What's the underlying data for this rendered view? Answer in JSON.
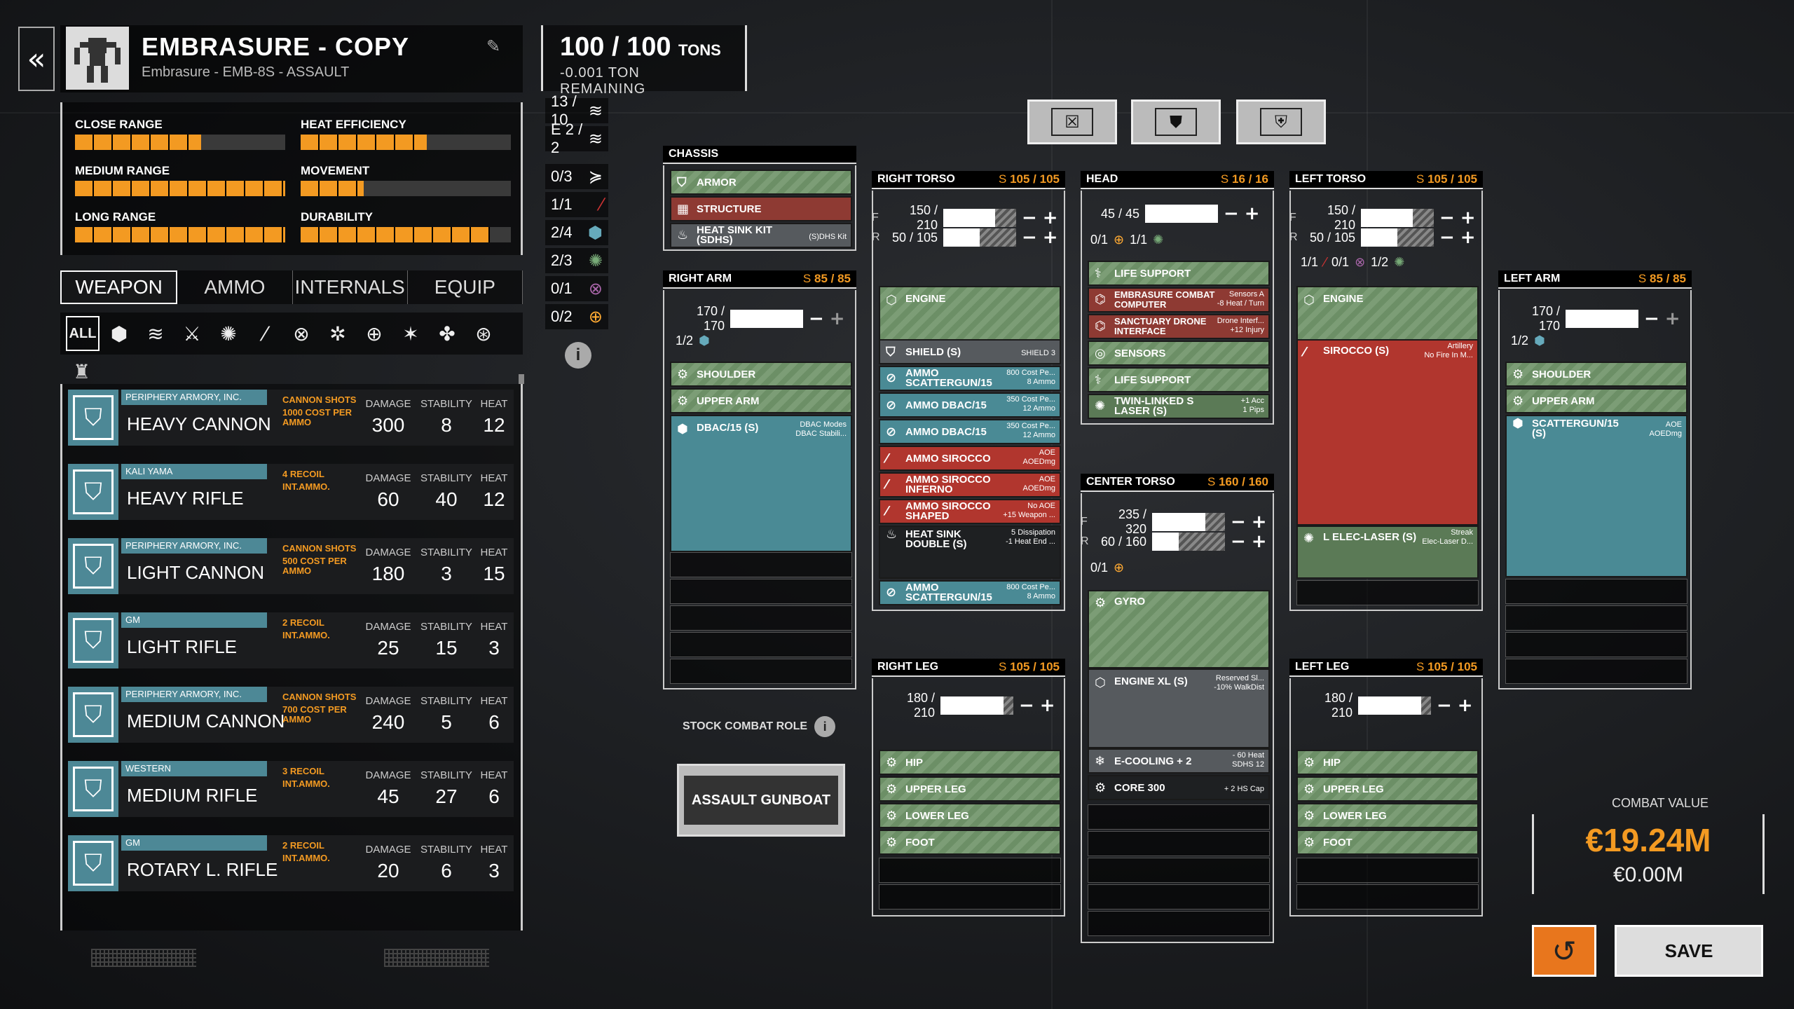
{
  "header": {
    "title": "EMBRASURE - COPY",
    "subtitle": "Embrasure - EMB-8S - ASSAULT",
    "tons": "100 / 100",
    "tons_unit": "TONS",
    "tons_remaining": "-0.001 TON REMAINING",
    "back_icon": "double-chevron-left-icon"
  },
  "stats": [
    {
      "label": "CLOSE RANGE",
      "value": 0.6
    },
    {
      "label": "HEAT EFFICIENCY",
      "value": 0.6
    },
    {
      "label": "MEDIUM RANGE",
      "value": 1.0
    },
    {
      "label": "MOVEMENT",
      "value": 0.3
    },
    {
      "label": "LONG RANGE",
      "value": 1.0
    },
    {
      "label": "DURABILITY",
      "value": 0.9
    }
  ],
  "tabs": [
    "WEAPON",
    "AMMO",
    "INTERNALS",
    "EQUIP"
  ],
  "filter_all": "ALL",
  "weapon_cols": {
    "damage": "DAMAGE",
    "stability": "STABILITY",
    "heat": "HEAT"
  },
  "weapons": [
    {
      "maker": "PERIPHERY ARMORY, INC.",
      "name": "HEAVY CANNON",
      "mod1": "CANNON SHOTS",
      "mod2": "1000 COST PER AMMO",
      "damage": "300",
      "stability": "8",
      "heat": "12"
    },
    {
      "maker": "KALI YAMA",
      "name": "HEAVY RIFLE",
      "mod1": "4 RECOIL",
      "mod2": "INT.AMMO.",
      "damage": "60",
      "stability": "40",
      "heat": "12"
    },
    {
      "maker": "PERIPHERY ARMORY, INC.",
      "name": "LIGHT CANNON",
      "mod1": "CANNON SHOTS",
      "mod2": "500 COST PER AMMO",
      "damage": "180",
      "stability": "3",
      "heat": "15"
    },
    {
      "maker": "GM",
      "name": "LIGHT RIFLE",
      "mod1": "2 RECOIL",
      "mod2": "INT.AMMO.",
      "damage": "25",
      "stability": "15",
      "heat": "3"
    },
    {
      "maker": "PERIPHERY ARMORY, INC.",
      "name": "MEDIUM CANNON",
      "mod1": "CANNON SHOTS",
      "mod2": "700 COST PER AMMO",
      "damage": "240",
      "stability": "5",
      "heat": "6"
    },
    {
      "maker": "WESTERN",
      "name": "MEDIUM RIFLE",
      "mod1": "3 RECOIL",
      "mod2": "INT.AMMO.",
      "damage": "45",
      "stability": "27",
      "heat": "6"
    },
    {
      "maker": "GM",
      "name": "ROTARY L. RIFLE",
      "mod1": "2 RECOIL",
      "mod2": "INT.AMMO.",
      "damage": "20",
      "stability": "6",
      "heat": "3"
    }
  ],
  "hardpoints": [
    "13 / 10",
    "E 2 / 2",
    "0/3",
    "1/1",
    "2/4",
    "2/3",
    "0/1",
    "0/2"
  ],
  "chassis": {
    "title": "CHASSIS",
    "armor": "ARMOR",
    "structure": "STRUCTURE",
    "hsk": "HEAT SINK KIT (SDHS)",
    "hsk_note": "(S)DHS Kit"
  },
  "right_arm": {
    "title": "RIGHT ARM",
    "s": "S",
    "val": "85 / 85",
    "armor": "170 / 170",
    "hp": "1/2",
    "shoulder": "SHOULDER",
    "upper": "UPPER ARM",
    "weapon": "DBAC/15 (S)",
    "weapon_note": "DBAC Modes\nDBAC Stabili..."
  },
  "right_torso": {
    "title": "RIGHT TORSO",
    "s": "S",
    "val": "105 / 105",
    "f": "150 / 210",
    "r": "50 / 105",
    "items": [
      {
        "name": "ENGINE",
        "note": ""
      },
      {
        "name": "SHIELD (S)",
        "note": "SHIELD 3"
      },
      {
        "name": "AMMO SCATTERGUN/15",
        "note": "800 Cost Pe...\n8 Ammo"
      },
      {
        "name": "AMMO DBAC/15",
        "note": "350 Cost Pe...\n12 Ammo"
      },
      {
        "name": "AMMO DBAC/15",
        "note": "350 Cost Pe...\n12 Ammo"
      },
      {
        "name": "AMMO SIROCCO",
        "note": "AOE\nAOEDmg"
      },
      {
        "name": "AMMO SIROCCO INFERNO",
        "note": "AOE\nAOEDmg"
      },
      {
        "name": "AMMO SIROCCO SHAPED",
        "note": "No AOE\n+15 Weapon ..."
      },
      {
        "name": "HEAT SINK DOUBLE (S)",
        "note": "5 Dissipation\n-1 Heat End ..."
      },
      {
        "name": "AMMO SCATTERGUN/15",
        "note": "800 Cost Pe...\n8 Ammo"
      }
    ]
  },
  "head": {
    "title": "HEAD",
    "s": "S",
    "val": "16 / 16",
    "armor": "45 / 45",
    "hp1": "0/1",
    "hp2": "1/1",
    "items": [
      {
        "name": "LIFE SUPPORT",
        "note": ""
      },
      {
        "name": "EMBRASURE COMBAT COMPUTER",
        "note": "Sensors A\n-8 Heat / Turn"
      },
      {
        "name": "SANCTUARY DRONE INTERFACE",
        "note": "Drone Interf...\n+12 Injury"
      },
      {
        "name": "SENSORS",
        "note": ""
      },
      {
        "name": "LIFE SUPPORT",
        "note": ""
      },
      {
        "name": "TWIN-LINKED S LASER (S)",
        "note": "+1 Acc\n1 Pips"
      }
    ]
  },
  "center_torso": {
    "title": "CENTER TORSO",
    "s": "S",
    "val": "160 / 160",
    "f": "235 / 320",
    "r": "60 / 160",
    "hp": "0/1",
    "items": [
      {
        "name": "GYRO",
        "note": ""
      },
      {
        "name": "ENGINE XL (S)",
        "note": "Reserved Sl...\n-10% WalkDist"
      },
      {
        "name": "E-COOLING + 2",
        "note": "- 60 Heat\nSDHS 12"
      },
      {
        "name": "CORE 300",
        "note": "+ 2 HS Cap"
      }
    ]
  },
  "left_torso": {
    "title": "LEFT TORSO",
    "s": "S",
    "val": "105 / 105",
    "f": "150 / 210",
    "r": "50 / 105",
    "hp1": "1/1",
    "hp2": "0/1",
    "hp3": "1/2",
    "items": [
      {
        "name": "ENGINE",
        "note": ""
      },
      {
        "name": "SIROCCO (S)",
        "note": "Artillery\nNo Fire In M..."
      },
      {
        "name": "L ELEC-LASER (S)",
        "note": "Streak\nElec-Laser D..."
      }
    ]
  },
  "left_arm": {
    "title": "LEFT ARM",
    "s": "S",
    "val": "85 / 85",
    "armor": "170 / 170",
    "hp": "1/2",
    "shoulder": "SHOULDER",
    "upper": "UPPER ARM",
    "weapon": "SCATTERGUN/15 (S)",
    "weapon_note": "AOE\nAOEDmg"
  },
  "right_leg": {
    "title": "RIGHT LEG",
    "s": "S",
    "val": "105 / 105",
    "armor": "180 / 210",
    "items": [
      "HIP",
      "UPPER LEG",
      "LOWER LEG",
      "FOOT"
    ]
  },
  "left_leg": {
    "title": "LEFT LEG",
    "s": "S",
    "val": "105 / 105",
    "armor": "180 / 210",
    "items": [
      "HIP",
      "UPPER LEG",
      "LOWER LEG",
      "FOOT"
    ]
  },
  "role": {
    "label": "STOCK COMBAT ROLE",
    "value": "ASSAULT GUNBOAT"
  },
  "combat_value": {
    "label": "COMBAT VALUE",
    "main": "€19.24M",
    "sub": "€0.00M"
  },
  "buttons": {
    "save": "SAVE"
  }
}
